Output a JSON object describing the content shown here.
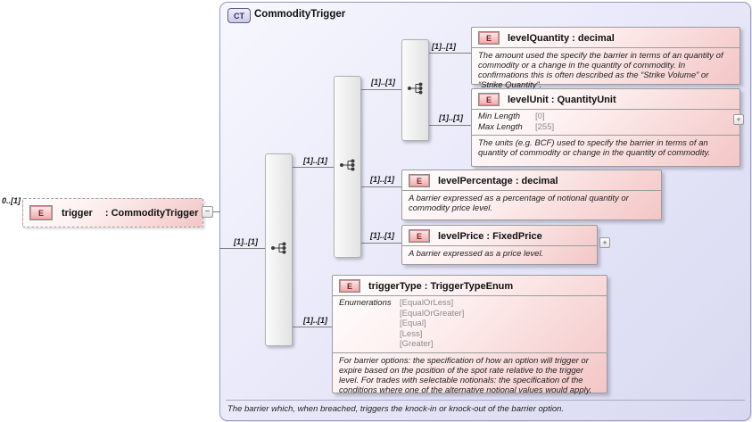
{
  "ct": {
    "badge": "CT",
    "title": "CommodityTrigger",
    "doc": "The barrier which, when breached, triggers the knock-in or knock-out of the barrier option."
  },
  "root": {
    "cardinality": "0..[1]",
    "badge": "E",
    "name": "trigger",
    "type": ": CommodityTrigger",
    "collapse_glyph": "−"
  },
  "connectors": [
    "[1]..[1]",
    "[1]..[1]",
    "[1]..[1]",
    "[1]..[1]",
    "[1]..[1]",
    "[1]..[1]",
    "[1]..[1]",
    "[1]..[1]"
  ],
  "elements": {
    "levelQuantity": {
      "badge": "E",
      "title": "levelQuantity : decimal",
      "doc": "The amount used the specify the barrier in terms of an quantity of commodity or a change in the quantity of commodity. In confirmations this is often described as the “Strike Volume” or “Strike Quantity”."
    },
    "levelUnit": {
      "badge": "E",
      "title": "levelUnit : QuantityUnit",
      "facets": [
        {
          "name": "Min Length",
          "value": "[0]"
        },
        {
          "name": "Max Length",
          "value": "[255]"
        }
      ],
      "doc": "The units (e.g. BCF) used to specify the barrier in terms of an quantity of commodity or change in the quantity of commodity.",
      "expand_glyph": "+"
    },
    "levelPercentage": {
      "badge": "E",
      "title": "levelPercentage : decimal",
      "doc": "A barrier expressed as a percentage of notional quantity or commodity price level."
    },
    "levelPrice": {
      "badge": "E",
      "title": "levelPrice : FixedPrice",
      "doc": "A barrier expressed as a price level.",
      "expand_glyph": "+"
    },
    "triggerType": {
      "badge": "E",
      "title": "triggerType : TriggerTypeEnum",
      "enum_label": "Enumerations",
      "enums": [
        "[EqualOrLess]",
        "[EqualOrGreater]",
        "[Equal]",
        "[Less]",
        "[Greater]"
      ],
      "doc": "For barrier options: the specification of how an option will trigger or expire based on the position of the spot rate relative to the trigger level. For trades with selectable notionals: the specification of the conditions where one of the alternative notional values would apply."
    }
  }
}
